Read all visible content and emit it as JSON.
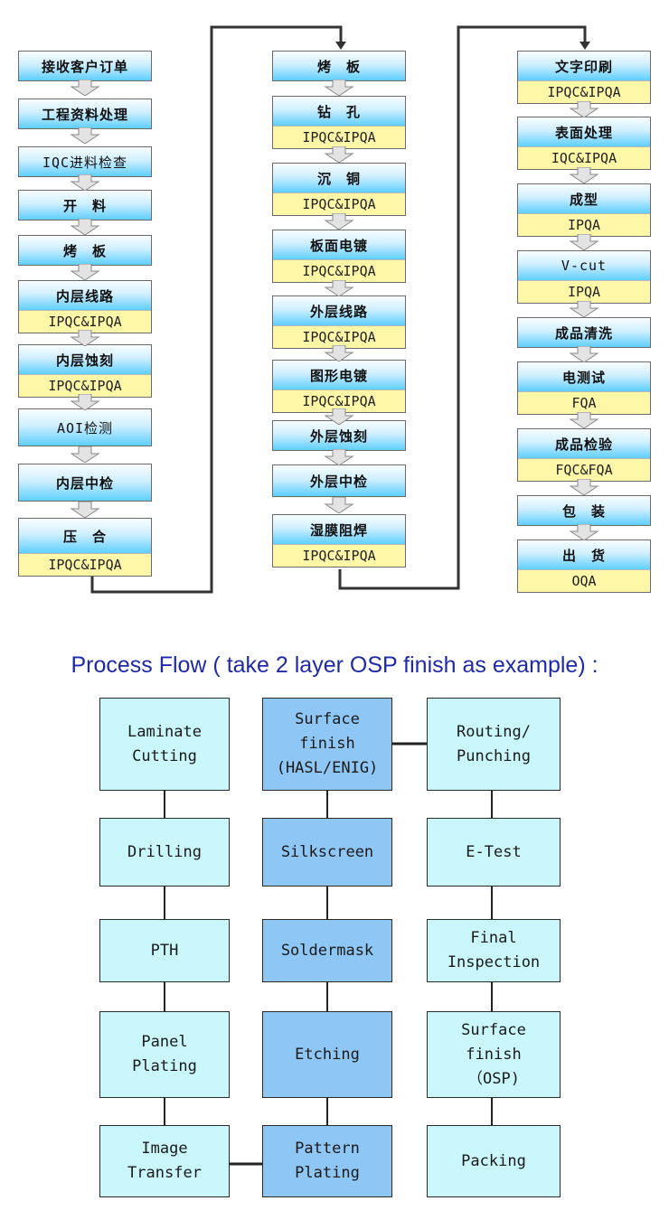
{
  "chinese_flow": {
    "column1": [
      {
        "label": "接收客户订单",
        "qc": ""
      },
      {
        "label": "工程资料处理",
        "qc": ""
      },
      {
        "label": "IQC进料检查",
        "qc": ""
      },
      {
        "label": "开　料",
        "qc": ""
      },
      {
        "label": "烤　板",
        "qc": ""
      },
      {
        "label": "内层线路",
        "qc": "IPQC&IPQA"
      },
      {
        "label": "内层蚀刻",
        "qc": "IPQC&IPQA"
      },
      {
        "label": "AOI检测",
        "qc": ""
      },
      {
        "label": "内层中检",
        "qc": ""
      },
      {
        "label": "压　合",
        "qc": "IPQC&IPQA"
      }
    ],
    "column2": [
      {
        "label": "烤　板",
        "qc": ""
      },
      {
        "label": "钻　孔",
        "qc": "IPQC&IPQA"
      },
      {
        "label": "沉　铜",
        "qc": "IPQC&IPQA"
      },
      {
        "label": "板面电镀",
        "qc": "IPQC&IPQA"
      },
      {
        "label": "外层线路",
        "qc": "IPQC&IPQA"
      },
      {
        "label": "图形电镀",
        "qc": "IPQC&IPQA"
      },
      {
        "label": "外层蚀刻",
        "qc": ""
      },
      {
        "label": "外层中检",
        "qc": ""
      },
      {
        "label": "湿膜阻焊",
        "qc": "IPQC&IPQA"
      }
    ],
    "column3": [
      {
        "label": "文字印刷",
        "qc": "IPQC&IPQA"
      },
      {
        "label": "表面处理",
        "qc": "IQC&IPQA"
      },
      {
        "label": "成型",
        "qc": "IPQA"
      },
      {
        "label": "V-cut",
        "qc": "IPQA"
      },
      {
        "label": "成品清洗",
        "qc": ""
      },
      {
        "label": "电测试",
        "qc": "FQA"
      },
      {
        "label": "成品检验",
        "qc": "FQC&FQA"
      },
      {
        "label": "包　装",
        "qc": ""
      },
      {
        "label": "出　货",
        "qc": "OQA"
      }
    ]
  },
  "process_flow": {
    "title": "Process Flow ( take 2 layer OSP finish as example) :",
    "column1": [
      "Laminate\nCutting",
      "Drilling",
      "PTH",
      "Panel\nPlating",
      "Image\nTransfer"
    ],
    "column2": [
      "Surface\nfinish\n(HASL/ENIG)",
      "Silkscreen",
      "Soldermask",
      "Etching",
      "Pattern\nPlating"
    ],
    "column3": [
      "Routing/\nPunching",
      "E-Test",
      "Final\nInspection",
      "Surface\nfinish\n（OSP)",
      "Packing"
    ]
  },
  "colors": {
    "label_gradient_end": "#5ecfff",
    "qc_band": "#fff7a8",
    "light_box": "#c9f7fb",
    "dark_box": "#8ec6f5",
    "title": "#1f2aa8"
  }
}
